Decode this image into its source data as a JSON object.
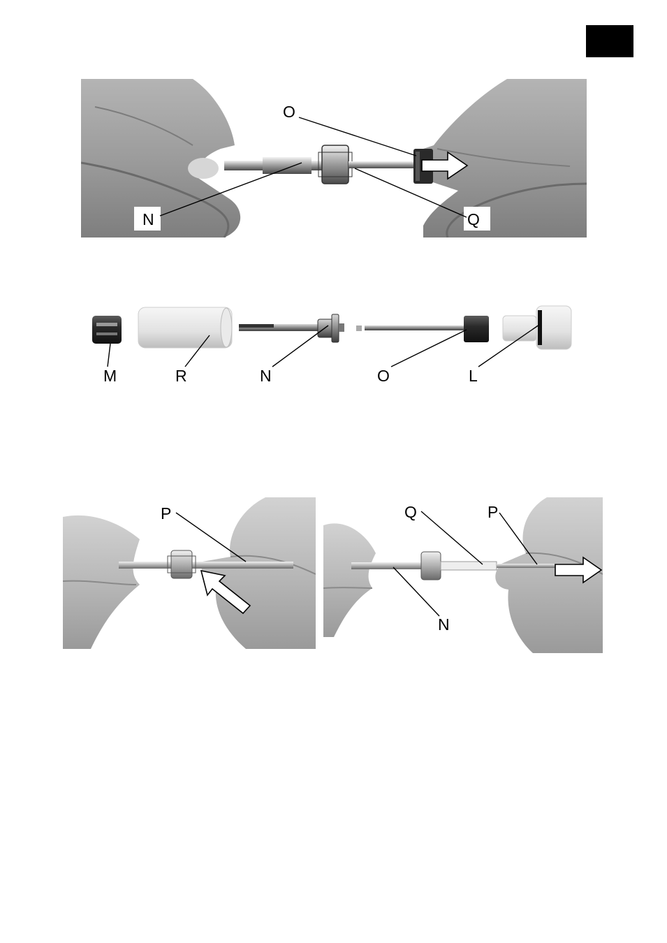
{
  "figure1": {
    "labels": {
      "o": "O",
      "n": "N",
      "q": "Q"
    }
  },
  "figure2": {
    "labels": {
      "m": "M",
      "r": "R",
      "n": "N",
      "o": "O",
      "l": "L"
    }
  },
  "figure3": {
    "labels": {
      "p": "P"
    }
  },
  "figure4": {
    "labels": {
      "q": "Q",
      "p": "P",
      "n": "N"
    }
  },
  "icons": {
    "figure1_arrow": "arrow-right-icon",
    "figure3_arrow": "arrow-up-left-icon",
    "figure4_arrow": "arrow-right-icon"
  }
}
